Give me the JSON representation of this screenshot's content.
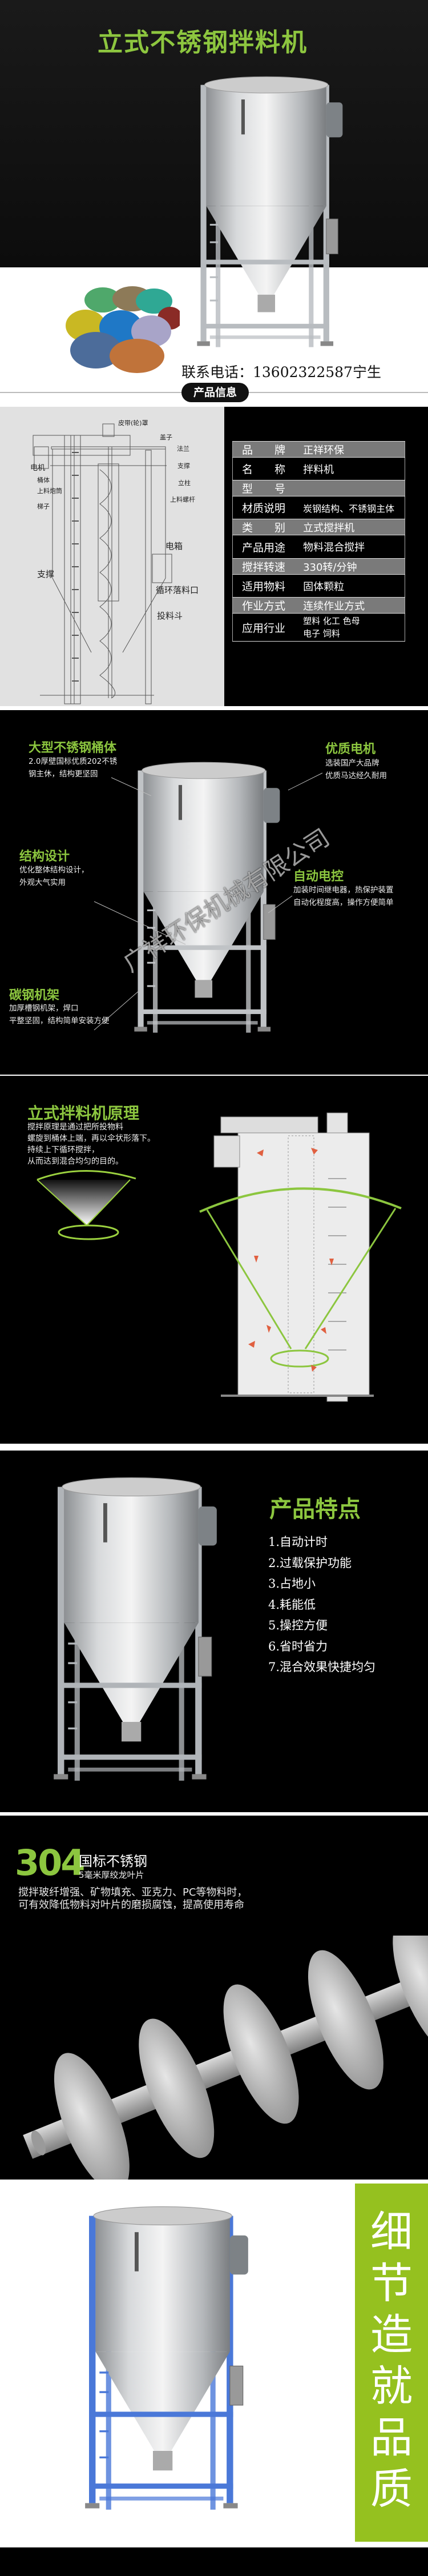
{
  "hero": {
    "title": "立式不锈钢拌料机",
    "contact": "联系电话：13602322587宁生",
    "section_badge": "产品信息"
  },
  "diagram": {
    "labels": [
      "皮带(轮)罩",
      "盖子",
      "法兰",
      "电机",
      "支撑",
      "桶体",
      "立柱",
      "上料炮筒",
      "上料螺杆",
      "梯子",
      "电箱",
      "支撑",
      "循环落料口",
      "投料斗"
    ]
  },
  "spec_table": [
    {
      "label": "品　　牌",
      "value": "正祥环保"
    },
    {
      "label": "名　　称",
      "value": "拌料机"
    },
    {
      "label": "型　　号",
      "value": ""
    },
    {
      "label": "材质说明",
      "value": "炭钢结构、不锈钢主体"
    },
    {
      "label": "类　　别",
      "value": "立式搅拌机"
    },
    {
      "label": "产品用途",
      "value": "物料混合搅拌"
    },
    {
      "label": "搅拌转速",
      "value": "330转/分钟"
    },
    {
      "label": "适用物料",
      "value": "固体颗粒"
    },
    {
      "label": "作业方式",
      "value": "连续作业方式"
    },
    {
      "label": "应用行业",
      "value_line1": "塑料  化工  色母",
      "value_line2": "电子  饲料"
    }
  ],
  "features": {
    "watermark": "广祥环保机械有限公司",
    "items": [
      {
        "title": "大型不锈钢桶体",
        "line1": "2.0厚壁国标优质202不锈",
        "line2": "钢主休，结构更坚固"
      },
      {
        "title": "优质电机",
        "line1": "选装国产大品牌",
        "line2": "优质马达经久耐用"
      },
      {
        "title": "结构设计",
        "line1": "优化整体结构设计，",
        "line2": "外观大气实用"
      },
      {
        "title": "自动电控",
        "line1": "加装时间继电器，热保护装置",
        "line2": "自动化程度高，操作方便简单"
      },
      {
        "title": "碳钢机架",
        "line1": "加厚槽钢机架，焊口",
        "line2": "平整坚固，结构简单安装方便"
      }
    ]
  },
  "principle": {
    "title": "立式拌料机原理",
    "lines": [
      "搅拌原理是通过把所投物料",
      "螺旋到桶体上端，再以伞状形落下。",
      "持续上下循环搅拌，",
      "从而达到混合均匀的目的。"
    ]
  },
  "product_features": {
    "title": "产品特点",
    "items": [
      "1.自动计时",
      "2.过载保护功能",
      "3.占地小",
      "4.耗能低",
      "5.操控方便",
      "6.省时省力",
      "7.混合效果快捷均匀"
    ]
  },
  "blade": {
    "number": "304",
    "title": "国标不锈钢",
    "subtitle": "5毫米厚绞龙叶片",
    "line1": "搅拌玻纤增强、矿物填充、亚克力、PC等物料时，",
    "line2": "可有效降低物料对叶片的磨损腐蚀，提高使用寿命"
  },
  "detail": {
    "chars": [
      "细",
      "节",
      "造",
      "就",
      "品",
      "质"
    ]
  },
  "colors": {
    "accent_green": "#8cc63f",
    "bar_green": "#95c11f",
    "frame_blue": "#4a78d8"
  }
}
